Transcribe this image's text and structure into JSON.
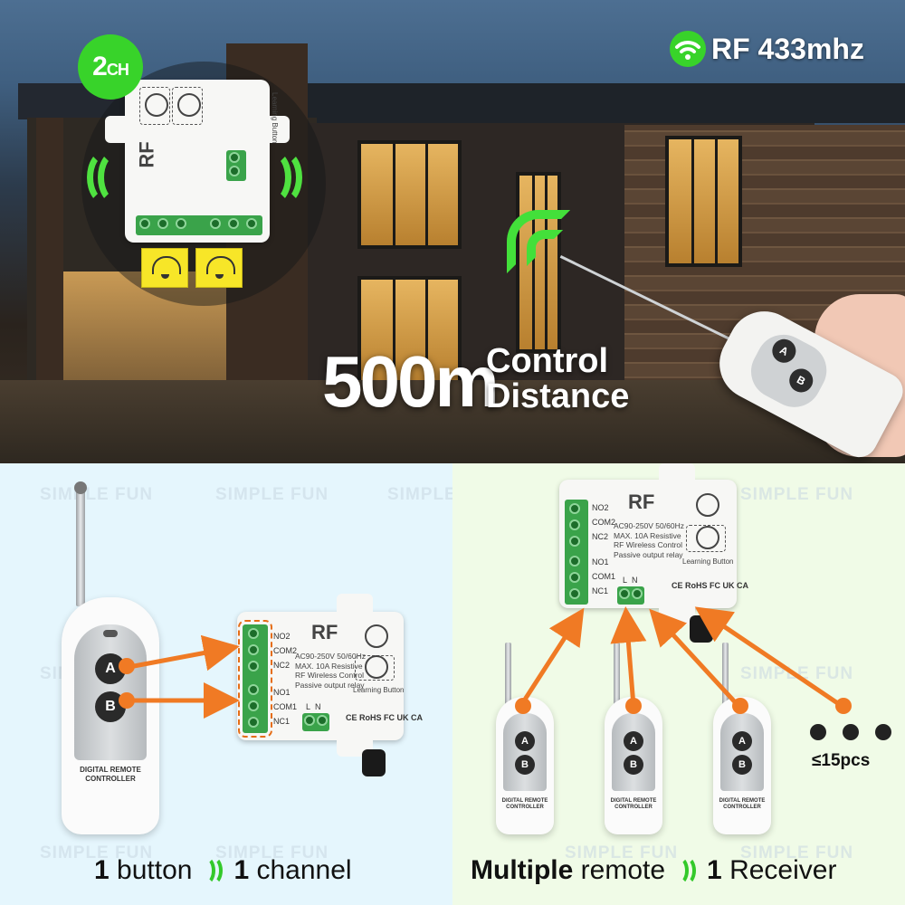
{
  "top": {
    "badge": {
      "num": "2",
      "unit": "CH"
    },
    "rf_label": "RF 433mhz",
    "distance_value": "500m",
    "distance_line1": "Control",
    "distance_line2": "Distance"
  },
  "receiver": {
    "rf": "RF",
    "spec_lines": [
      "AC90-250V 50/60Hz",
      "MAX. 10A Resistive",
      "RF Wireless Control",
      "Passive output relay"
    ],
    "learning": "Learning Button",
    "terminals": [
      "NO2",
      "COM2",
      "NC2",
      "NO1",
      "COM1",
      "NC1"
    ],
    "power": [
      "L",
      "N"
    ],
    "marks": "CE  RoHS  FC  UK CA"
  },
  "remote": {
    "btn_a": "A",
    "btn_b": "B",
    "brand_line1": "DIGITAL REMOTE",
    "brand_line2": "CONTROLLER"
  },
  "watermark": "SIMPLE FUN",
  "left_caption": {
    "n1": "1",
    "w1": "button",
    "n2": "1",
    "w2": "channel"
  },
  "right_caption": {
    "w1": "Multiple",
    "w2": "remote",
    "n2": "1",
    "w3": "Receiver"
  },
  "max_remotes": "≤15pcs",
  "colors": {
    "green": "#38d32a",
    "orange": "#f07a24",
    "left_bg": "#e5f6fd",
    "right_bg": "#f0fbe7"
  },
  "icons": [
    "wifi-icon",
    "lamp-icon",
    "signal-wave-icon"
  ]
}
